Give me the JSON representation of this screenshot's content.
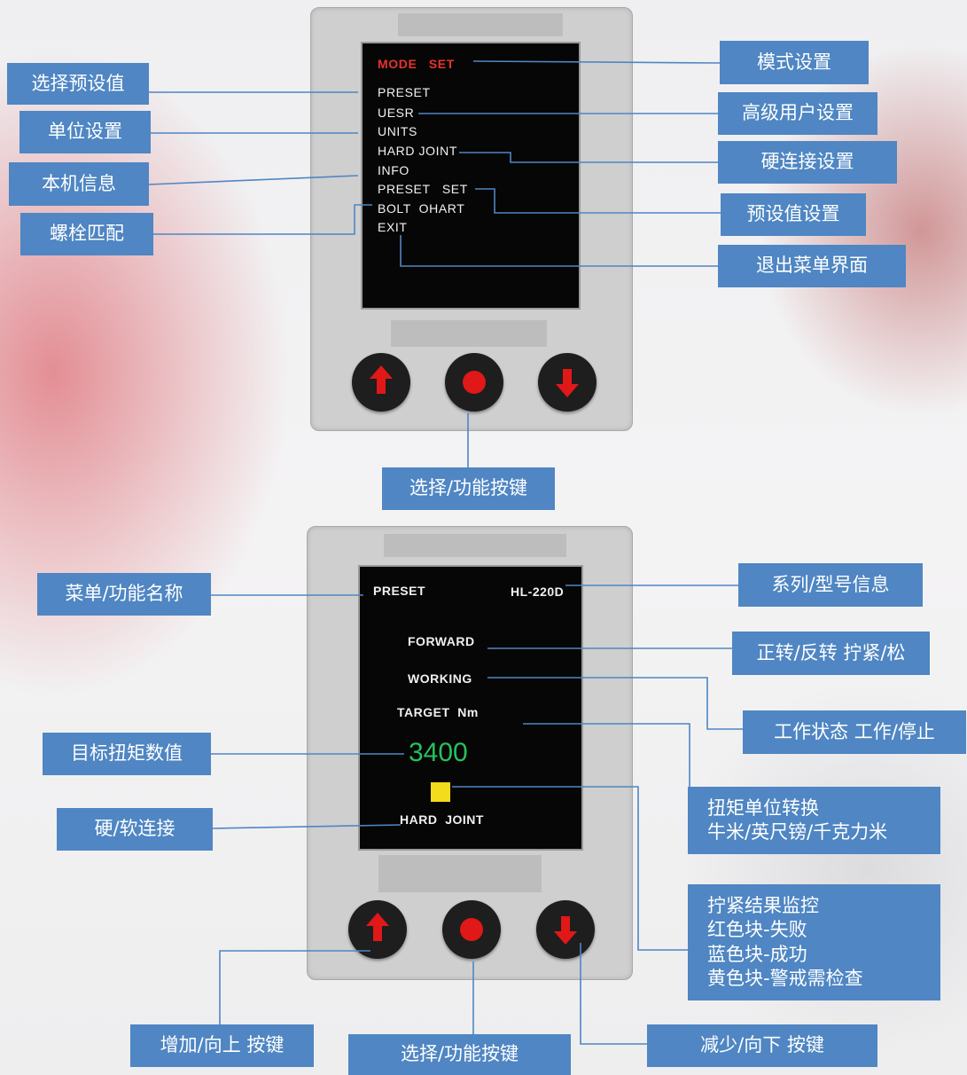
{
  "panel1": {
    "menu": {
      "title": "MODE   SET",
      "items": [
        "PRESET",
        "UESR",
        "UNITS",
        "HARD JOINT",
        "INFO",
        "PRESET   SET",
        "BOLT  OHART",
        "EXIT"
      ]
    },
    "labels": {
      "select_preset": "选择预设值",
      "unit_setting": "单位设置",
      "machine_info": "本机信息",
      "bolt_match": "螺栓匹配",
      "mode_setting": "模式设置",
      "advanced_user": "高级用户设置",
      "hard_joint_setting": "硬连接设置",
      "preset_setting": "预设值设置",
      "exit_menu": "退出菜单界面",
      "select_function_key": "选择/功能按键"
    }
  },
  "panel2": {
    "screen": {
      "menu_name": "PRESET",
      "model": "HL-220D",
      "direction": "FORWARD",
      "status": "WORKING",
      "target_label": "TARGET  Nm",
      "target_value": "3400",
      "joint": "HARD  JOINT",
      "result_color": "#f3dc1c"
    },
    "labels": {
      "menu_function_name": "菜单/功能名称",
      "series_model": "系列/型号信息",
      "forward_reverse": "正转/反转 拧紧/松",
      "work_status": "工作状态 工作/停止",
      "target_torque": "目标扭矩数值",
      "unit_convert_line1": "扭矩单位转换",
      "unit_convert_line2": "牛米/英尺镑/千克力米",
      "joint_type": "硬/软连接",
      "result_line1": "拧紧结果监控",
      "result_line2": "红色块-失败",
      "result_line3": "蓝色块-成功",
      "result_line4": "黄色块-警戒需检查",
      "increase_key": "增加/向上 按键",
      "select_function_key": "选择/功能按键",
      "decrease_key": "减少/向下 按键"
    }
  },
  "colors": {
    "label_bg": "#4f86c3",
    "connector": "#4f86c3",
    "button_red": "#e01818",
    "value_green": "#27c15a"
  }
}
